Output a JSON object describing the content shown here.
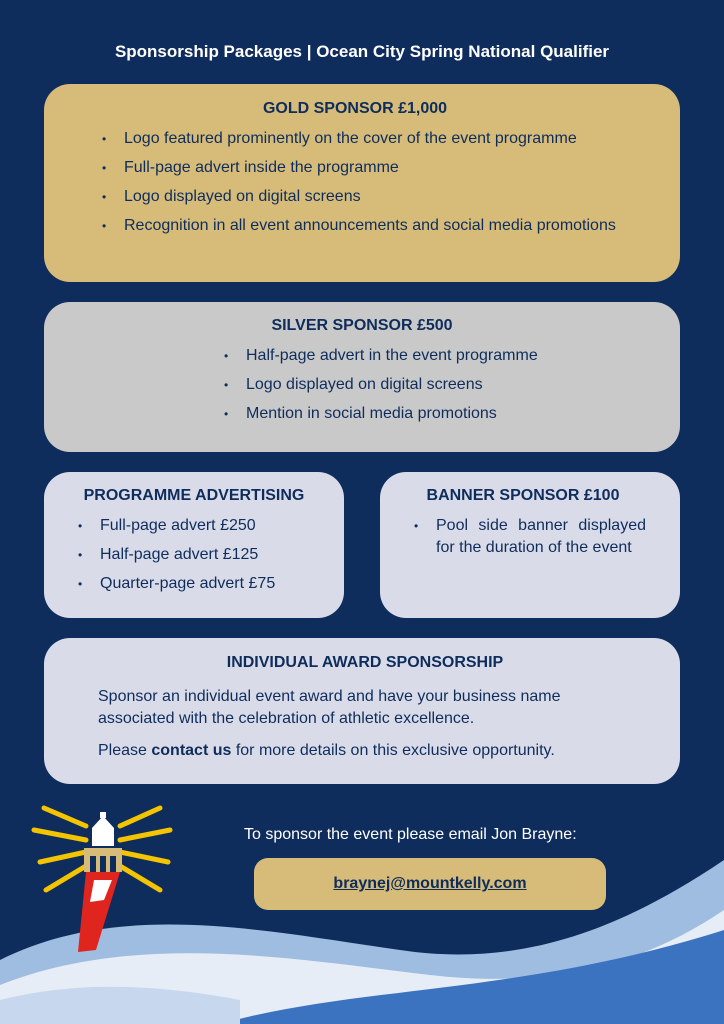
{
  "page": {
    "title": "Sponsorship Packages | Ocean City Spring National Qualifier"
  },
  "gold": {
    "heading": "GOLD SPONSOR £1,000",
    "items": [
      "Logo featured prominently on the cover of the event programme",
      "Full-page advert inside the programme",
      "Logo displayed on digital screens",
      "Recognition in all event announcements and social media promotions"
    ]
  },
  "silver": {
    "heading": "SILVER SPONSOR £500",
    "items": [
      "Half-page advert in the event programme",
      "Logo displayed on digital screens",
      "Mention in social media promotions"
    ]
  },
  "programme": {
    "heading": "PROGRAMME ADVERTISING",
    "items": [
      "Full-page advert £250",
      "Half-page advert £125",
      "Quarter-page advert £75"
    ]
  },
  "banner": {
    "heading": "BANNER SPONSOR £100",
    "items": [
      "Pool side banner displayed for the duration of the event"
    ]
  },
  "award": {
    "heading": "INDIVIDUAL AWARD SPONSORSHIP",
    "description": "Sponsor an individual event award and have your business name associated with the celebration of athletic excellence.",
    "contact_prefix": "Please ",
    "contact_link": "contact us",
    "contact_suffix": " for more details on this exclusive opportunity."
  },
  "footer": {
    "contact_line": "To sponsor the event please email Jon Brayne:",
    "email": "braynej@mountkelly.com"
  },
  "colors": {
    "background": "#0f2d5c",
    "gold": "#d6bb79",
    "silver": "#c9c9c9",
    "card_light": "#d9dce8",
    "lighthouse_red": "#e0251f",
    "beam_yellow": "#f5c400"
  },
  "icons": {
    "lighthouse": "lighthouse-icon",
    "waves": "wave-decoration"
  }
}
